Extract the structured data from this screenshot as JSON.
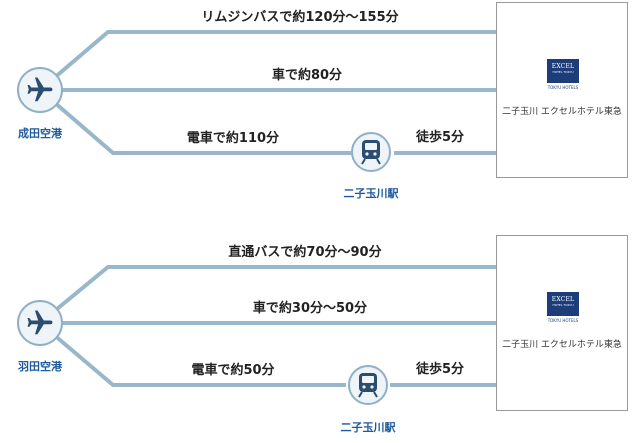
{
  "colors": {
    "route_line": "#99b7ca",
    "station_text": "#1d5a9c",
    "icon_fill": "#2b4e70",
    "circle_fill": "#eef4f8",
    "hotel_logo": "#1c3d7a"
  },
  "hotel": {
    "name": "二子玉川 エクセルホテル東急",
    "logo_text": "EXCEL",
    "logo_subtext": "HOTEL TOKYU",
    "logo_tagline": "TOKYU HOTELS"
  },
  "narita": {
    "airport": "成田空港",
    "airport_icon": "airplane-icon",
    "route_bus": "リムジンバスで約120分〜155分",
    "route_car": "車で約80分",
    "route_train": "電車で約110分",
    "station": "二子玉川駅",
    "station_icon": "train-icon",
    "route_walk": "徒歩5分"
  },
  "haneda": {
    "airport": "羽田空港",
    "airport_icon": "airplane-icon",
    "route_bus": "直通バスで約70分〜90分",
    "route_car": "車で約30分〜50分",
    "route_train": "電車で約50分",
    "station": "二子玉川駅",
    "station_icon": "train-icon",
    "route_walk": "徒歩5分"
  }
}
